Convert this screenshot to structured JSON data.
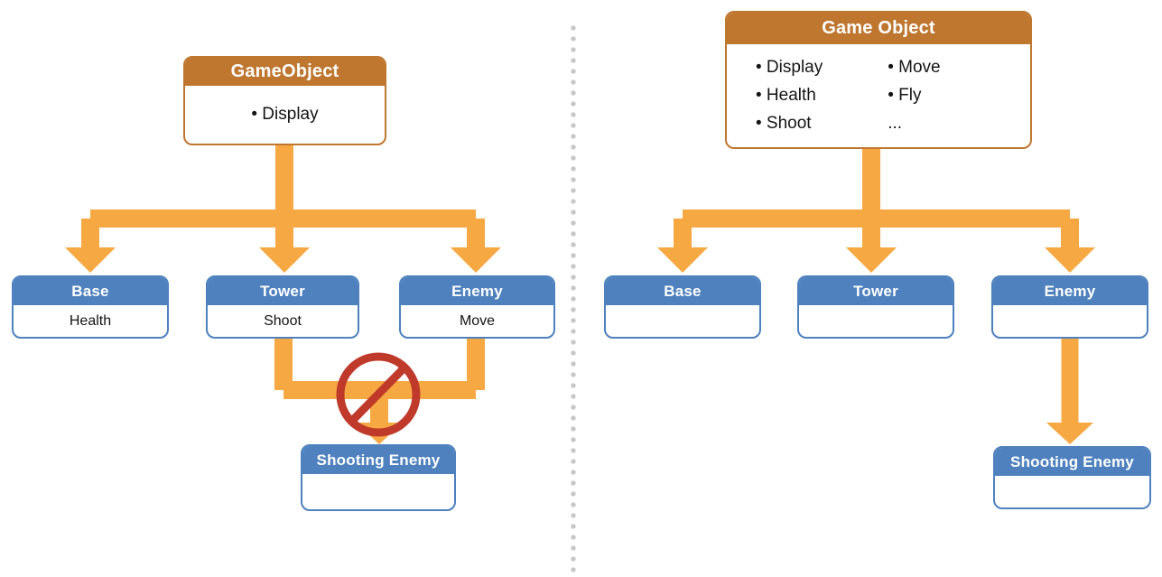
{
  "colors": {
    "root_header": "#BF762F",
    "child_header": "#4E81BE",
    "arrow": "#F6A843",
    "prohibition": "#C03A2B",
    "divider_dot": "#C7C7C7"
  },
  "left": {
    "root": {
      "title": "GameObject",
      "items": [
        "• Display"
      ]
    },
    "children": [
      {
        "title": "Base",
        "body": "Health"
      },
      {
        "title": "Tower",
        "body": "Shoot"
      },
      {
        "title": "Enemy",
        "body": "Move"
      }
    ],
    "grandchild": {
      "title": "Shooting Enemy",
      "body": ""
    }
  },
  "right": {
    "root": {
      "title": "Game Object",
      "col1": [
        "• Display",
        "• Health",
        "• Shoot"
      ],
      "col2": [
        "• Move",
        "• Fly",
        "..."
      ]
    },
    "children": [
      {
        "title": "Base",
        "body": ""
      },
      {
        "title": "Tower",
        "body": ""
      },
      {
        "title": "Enemy",
        "body": ""
      }
    ],
    "grandchild": {
      "title": "Shooting Enemy",
      "body": ""
    }
  }
}
